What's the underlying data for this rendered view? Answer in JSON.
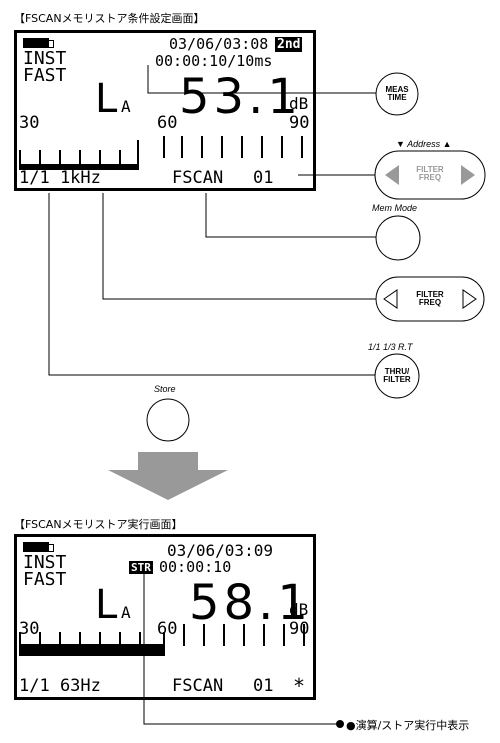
{
  "top": {
    "caption": "【FSCANメモリストア条件設定画面】",
    "lcd": {
      "datetime": "03/06/03:08",
      "badge": "2nd",
      "time_const_line": "00:00:10/10ms",
      "mode1": "INST",
      "mode2": "FAST",
      "weight": "L",
      "weight_sub": "A",
      "value": "53.1",
      "unit": "dB",
      "scale_left": "30",
      "scale_mid": "60",
      "scale_right": "90",
      "filter": "1/1 1kHz",
      "fscan": "FSCAN",
      "address": "01"
    }
  },
  "buttons": {
    "meas_time": {
      "line1": "MEAS",
      "line2": "TIME"
    },
    "address_label": "▼  Address  ▲",
    "address_center": {
      "line1": "FILTER",
      "line2": "FREQ"
    },
    "mem_mode_label": "Mem Mode",
    "filter_freq": {
      "line1": "FILTER",
      "line2": "FREQ"
    },
    "thru_label": "1/1  1/3  R.T",
    "thru_filter": {
      "line1": "THRU/",
      "line2": "FILTER"
    },
    "store_label": "Store"
  },
  "bottom": {
    "caption": "【FSCANメモリストア実行画面】",
    "lcd": {
      "datetime": "03/06/03:09",
      "str_badge": "STR",
      "time_line": "00:00:10",
      "mode1": "INST",
      "mode2": "FAST",
      "weight": "L",
      "weight_sub": "A",
      "value": "58.1",
      "unit": "dB",
      "scale_left": "30",
      "scale_mid": "60",
      "scale_right": "90",
      "filter": "1/1 63Hz",
      "fscan": "FSCAN",
      "address": "01",
      "star": "*"
    },
    "annotation": "●演算/ストア実行中表示"
  }
}
